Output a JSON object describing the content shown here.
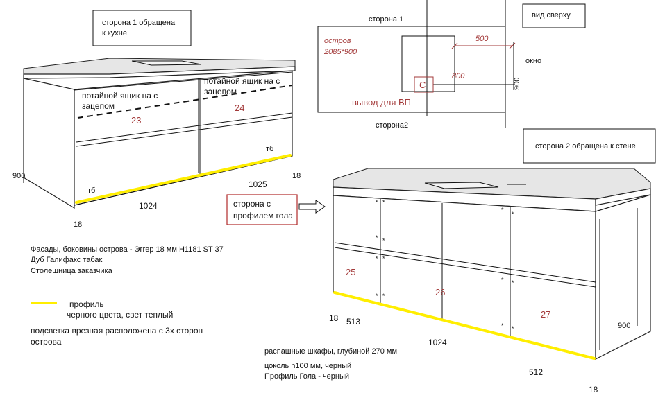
{
  "boxes": {
    "side1_note_1": "сторона 1 обращена",
    "side1_note_2": "к кухне",
    "top_view": "вид сверху",
    "side2_note": "сторона 2 обращена к стене",
    "gola_1": "сторона с",
    "gola_2": "профилем гола"
  },
  "left_unit": {
    "hidden_drawer_left_1": "потайной ящик на с",
    "hidden_drawer_left_2": "зацепом",
    "hidden_drawer_right_1": "потайной ящик на с",
    "hidden_drawer_right_2": "зацепом",
    "num_23": "23",
    "num_24": "24",
    "tb_left": "тб",
    "tb_right": "тб",
    "dim_900": "900",
    "dim_1024": "1024",
    "dim_1025": "1025",
    "dim_18_bottom": "18",
    "dim_18_right": "18"
  },
  "plan": {
    "side1": "сторона 1",
    "side2": "сторона2",
    "island_1": "остров",
    "island_2": "2085*900",
    "dim_500": "500",
    "dim_800": "800",
    "dim_900": "900",
    "window": "окно",
    "c_label": "С",
    "outlet": "вывод для ВП"
  },
  "right_unit": {
    "num_25": "25",
    "num_26": "26",
    "num_27": "27",
    "dim_18_left": "18",
    "dim_513": "513",
    "dim_1024": "1024",
    "dim_512": "512",
    "dim_900": "900",
    "dim_18_bottom": "18",
    "star": "*"
  },
  "notes": {
    "facades": "Фасады, боковины острова - Эггер 18 мм  Н1181 ST 37",
    "oak": "Дуб Галифакс табак",
    "countertop": "Столешница заказчика",
    "legend_profile": "профиль",
    "legend_color": "черного цвета, свет теплый",
    "backlight_1": "подсветка врезная расположена с 3х сторон",
    "backlight_2": "острова",
    "swing": "распашные шкафы, глубиной 270 мм",
    "plinth": "цоколь h100 мм, черный",
    "gola_profile": "Профиль Гола - черный"
  },
  "colors": {
    "led_profile": "#ffee00",
    "annotation_red": "#a33a3a"
  }
}
